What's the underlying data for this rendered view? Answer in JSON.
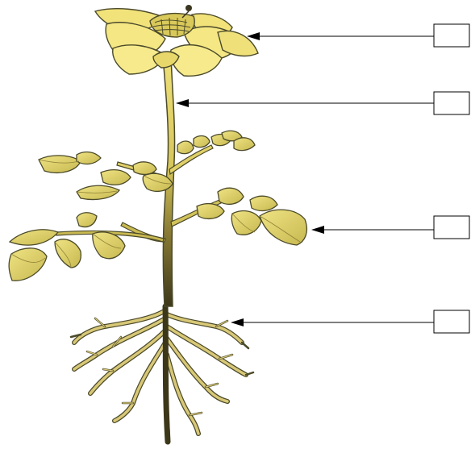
{
  "diagram": {
    "subject": "plant",
    "parts": [
      "flower",
      "stem",
      "leaf",
      "root"
    ],
    "labels": [
      {
        "part": "flower",
        "text": ""
      },
      {
        "part": "stem",
        "text": ""
      },
      {
        "part": "leaf",
        "text": ""
      },
      {
        "part": "root",
        "text": ""
      }
    ]
  },
  "colors": {
    "petal": "#f2e27a",
    "petal_dark": "#d9c95a",
    "leaf": "#e3d46b",
    "leaf_dark": "#b9aa45",
    "stem_top": "#efe07a",
    "stem_bottom": "#4a4320",
    "root": "#d8c877",
    "outline": "#4b4a2a",
    "pointer": "#000000"
  }
}
